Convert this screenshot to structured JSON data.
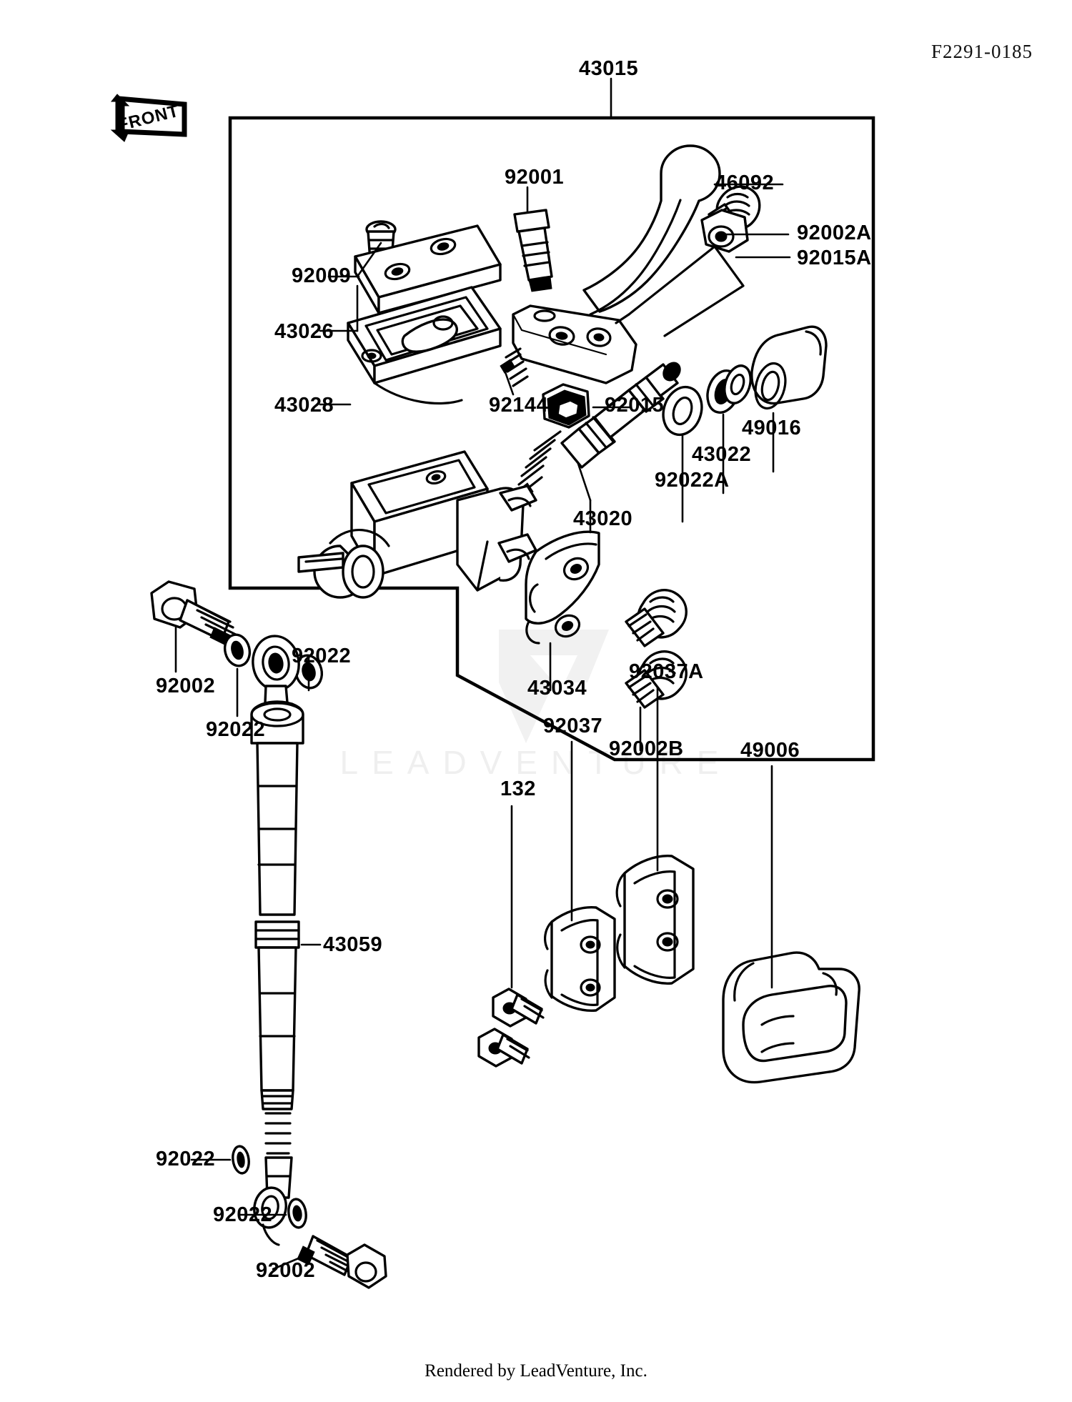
{
  "document": {
    "code": "F2291-0185",
    "footer": "Rendered by LeadVenture, Inc.",
    "watermark": "LEADVENTURE",
    "front_badge": "FRONT",
    "assembly_label": "43015"
  },
  "parts": [
    {
      "id": "43015",
      "name": "master-cylinder-assembly",
      "label": "43015"
    },
    {
      "id": "92001",
      "name": "bolt",
      "label": "92001"
    },
    {
      "id": "46092",
      "name": "brake-lever",
      "label": "46092"
    },
    {
      "id": "92002A",
      "name": "bolt-a",
      "label": "92002A"
    },
    {
      "id": "92015A",
      "name": "nut-a",
      "label": "92015A"
    },
    {
      "id": "92009",
      "name": "screw",
      "label": "92009"
    },
    {
      "id": "43026",
      "name": "reservoir-cap",
      "label": "43026"
    },
    {
      "id": "43028",
      "name": "diaphragm",
      "label": "43028"
    },
    {
      "id": "92144",
      "name": "spring",
      "label": "92144"
    },
    {
      "id": "92015",
      "name": "nut",
      "label": "92015"
    },
    {
      "id": "43022",
      "name": "piston-cup",
      "label": "43022"
    },
    {
      "id": "92022A",
      "name": "washer-a",
      "label": "92022A"
    },
    {
      "id": "49016",
      "name": "dust-seal",
      "label": "49016"
    },
    {
      "id": "43020",
      "name": "piston-assembly",
      "label": "43020"
    },
    {
      "id": "43034",
      "name": "clamp-holder",
      "label": "43034"
    },
    {
      "id": "92002B",
      "name": "bolt-b",
      "label": "92002B"
    },
    {
      "id": "92002",
      "name": "banjo-bolt",
      "label": "92002"
    },
    {
      "id": "92022",
      "name": "washer",
      "label": "92022"
    },
    {
      "id": "43059",
      "name": "brake-hose",
      "label": "43059"
    },
    {
      "id": "92037",
      "name": "clamp",
      "label": "92037"
    },
    {
      "id": "92037A",
      "name": "clamp-a",
      "label": "92037A"
    },
    {
      "id": "132",
      "name": "bolt-132",
      "label": "132"
    },
    {
      "id": "49006",
      "name": "boot-cover",
      "label": "49006"
    }
  ],
  "callouts": {
    "c43015": "43015",
    "c92001": "92001",
    "c46092": "46092",
    "c92002A": "92002A",
    "c92015A": "92015A",
    "c92009": "92009",
    "c43026": "43026",
    "c43028": "43028",
    "c92144": "92144",
    "c92015": "92015",
    "c43022": "43022",
    "c92022A": "92022A",
    "c49016": "49016",
    "c43020": "43020",
    "c43034": "43034",
    "c92002B": "92002B",
    "c92002": "92002",
    "c92022_1": "92022",
    "c92022_2": "92022",
    "c43059": "43059",
    "c92022_3": "92022",
    "c92022_4": "92022",
    "c92002_2": "92002",
    "c92037": "92037",
    "c92037A": "92037A",
    "c132": "132",
    "c49006": "49006"
  }
}
